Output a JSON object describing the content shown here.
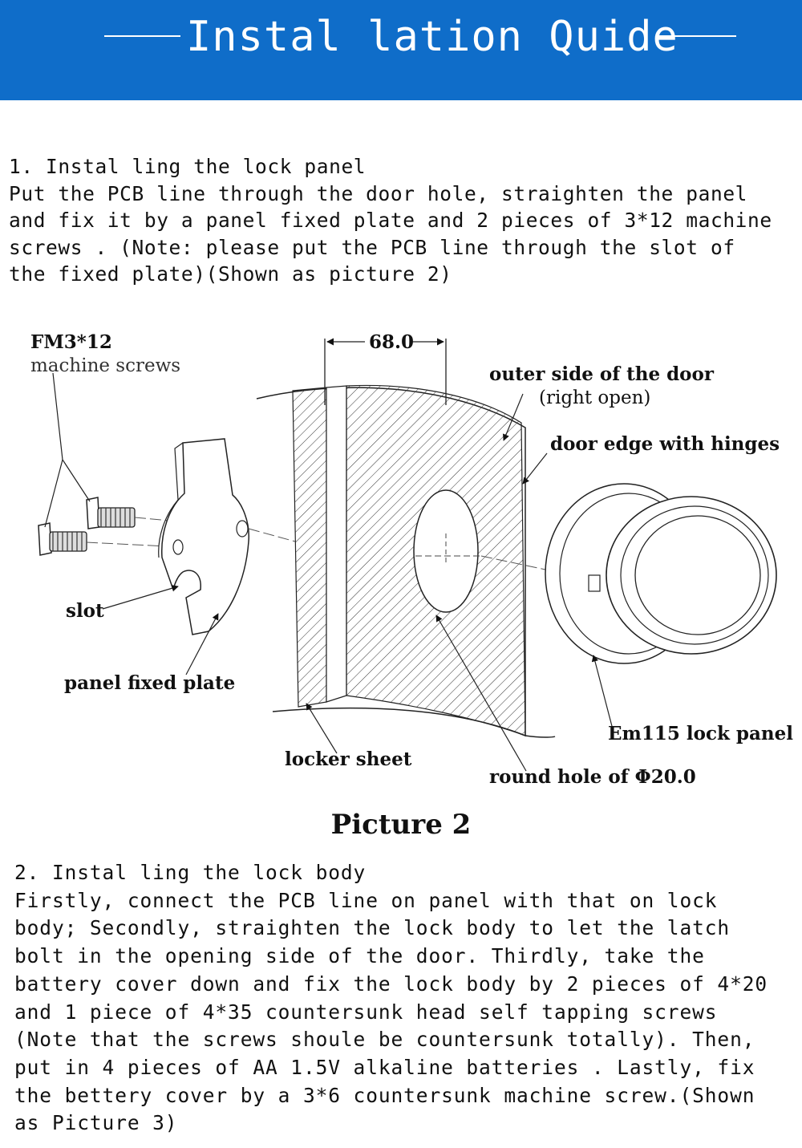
{
  "header": {
    "title": "Instal lation Quide",
    "bg_color": "#0f6dc9"
  },
  "section1": {
    "heading": "1.  Instal ling the lock panel",
    "body": "Put the PCB line through the door hole, straighten the panel\nand fix it by a panel fixed plate and 2 pieces of 3*12 machine\nscrews .  (Note: please put the PCB line through the slot of\nthe fixed plate)(Shown as picture 2)"
  },
  "figure": {
    "labels": {
      "screw_code": "FM3*12",
      "screw_desc": "machine screws",
      "dimension": "68.0",
      "outer_side": "outer side of the door",
      "right_open": "(right open)",
      "door_edge": "door edge with hinges",
      "slot": "slot",
      "plate": "panel fixed plate",
      "locker_sheet": "locker sheet",
      "round_hole": "round hole of Φ20.0",
      "lock_panel": "Em115 lock panel"
    },
    "icons": [
      "machine-screw-icon",
      "panel-fixed-plate-drawing",
      "door-section-drawing",
      "lock-panel-drawing"
    ]
  },
  "caption": "Picture 2",
  "section2": {
    "heading": "2. Instal ling the lock body",
    "body": "Firstly, connect the PCB line on panel with that on lock\nbody; Secondly, straighten the lock body to let the latch\nbolt in the opening side of the door. Thirdly, take the\nbattery cover down and fix the lock body by 2 pieces of 4*20\nand 1 piece of 4*35 countersunk head self tapping screws\n(Note that the screws shoule be countersunk totally). Then,\nput in 4 pieces of AA 1.5V alkaline batteries . Lastly, fix\nthe bettery cover by a 3*6 countersunk machine screw.(Shown\nas Picture 3)"
  }
}
